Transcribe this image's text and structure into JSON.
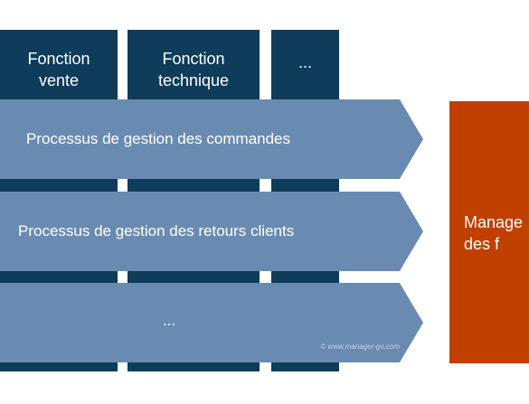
{
  "functions": [
    {
      "label": "Fonction\nvente"
    },
    {
      "label": "Fonction\ntechnique"
    },
    {
      "label": "..."
    }
  ],
  "processes": [
    {
      "label": "Processus de gestion des commandes"
    },
    {
      "label": "Processus de gestion des retours clients"
    },
    {
      "label": "..."
    }
  ],
  "watermark": "© www.manager-go.com",
  "management_box": {
    "label": "Manage\n  des f"
  },
  "colors": {
    "function_column": "#0e3c5a",
    "process_arrow": "#6a8bb1",
    "management_box": "#c14000"
  }
}
